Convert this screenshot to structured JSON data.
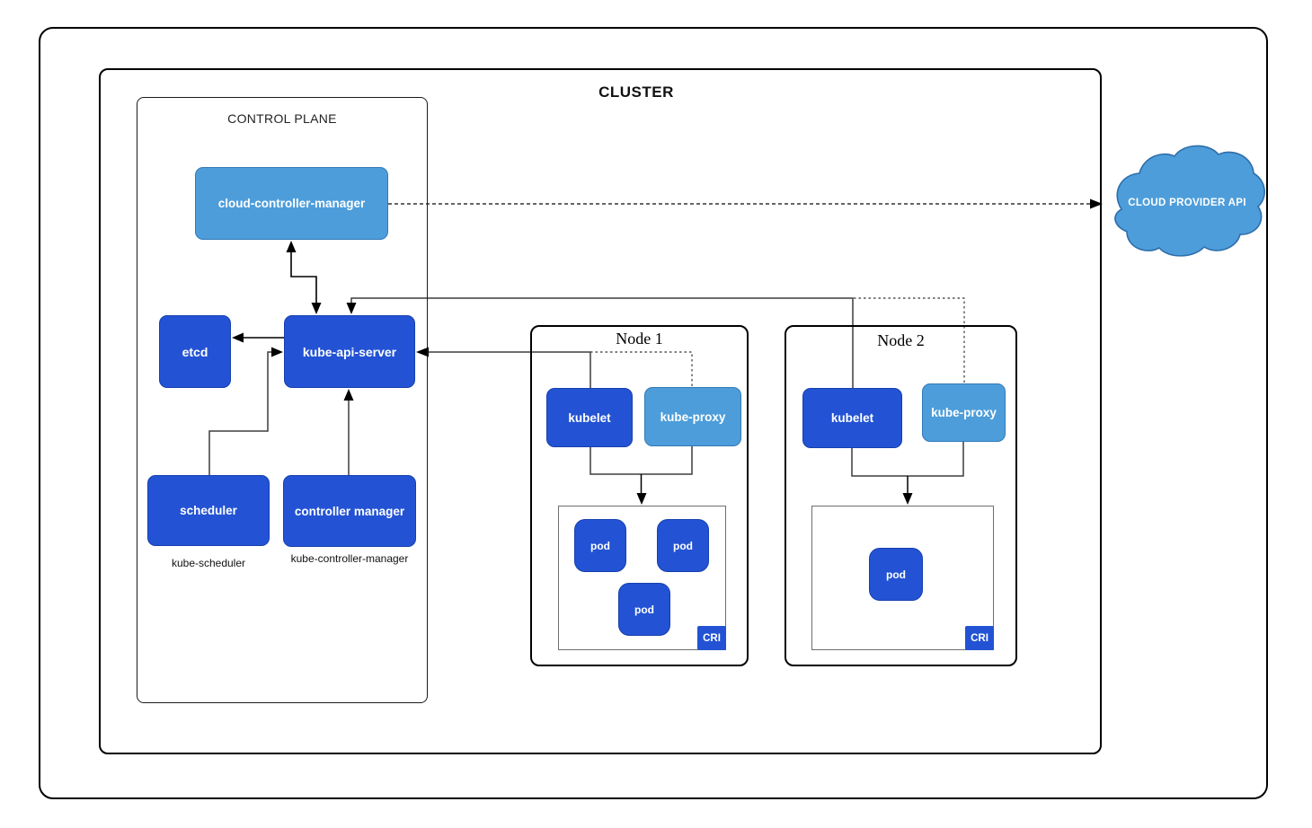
{
  "diagram": {
    "cluster_label": "CLUSTER",
    "control_plane": {
      "label": "CONTROL PLANE",
      "cloud_controller_manager": "cloud-controller-manager",
      "etcd": "etcd",
      "kube_api_server": "kube-api-server",
      "scheduler": "scheduler",
      "controller_manager": "controller manager",
      "scheduler_caption": "kube-scheduler",
      "controller_manager_caption": "kube-controller-manager"
    },
    "nodes": [
      {
        "title": "Node 1",
        "kubelet": "kubelet",
        "kube_proxy": "kube-proxy",
        "cri": "CRI",
        "pods": [
          "pod",
          "pod",
          "pod"
        ]
      },
      {
        "title": "Node 2",
        "kubelet": "kubelet",
        "kube_proxy": "kube-proxy",
        "cri": "CRI",
        "pods": [
          "pod"
        ]
      }
    ],
    "cloud_provider_api": "CLOUD PROVIDER API",
    "colors": {
      "component_fill": "#2353d4",
      "component_border": "#1740ae",
      "light_fill": "#4d9dda",
      "light_border": "#3279b8",
      "cloud_border": "#2f6ea9",
      "connector": "#3d3d3d",
      "frame": "#000000",
      "cri_frame": "#6e6e6e"
    }
  }
}
